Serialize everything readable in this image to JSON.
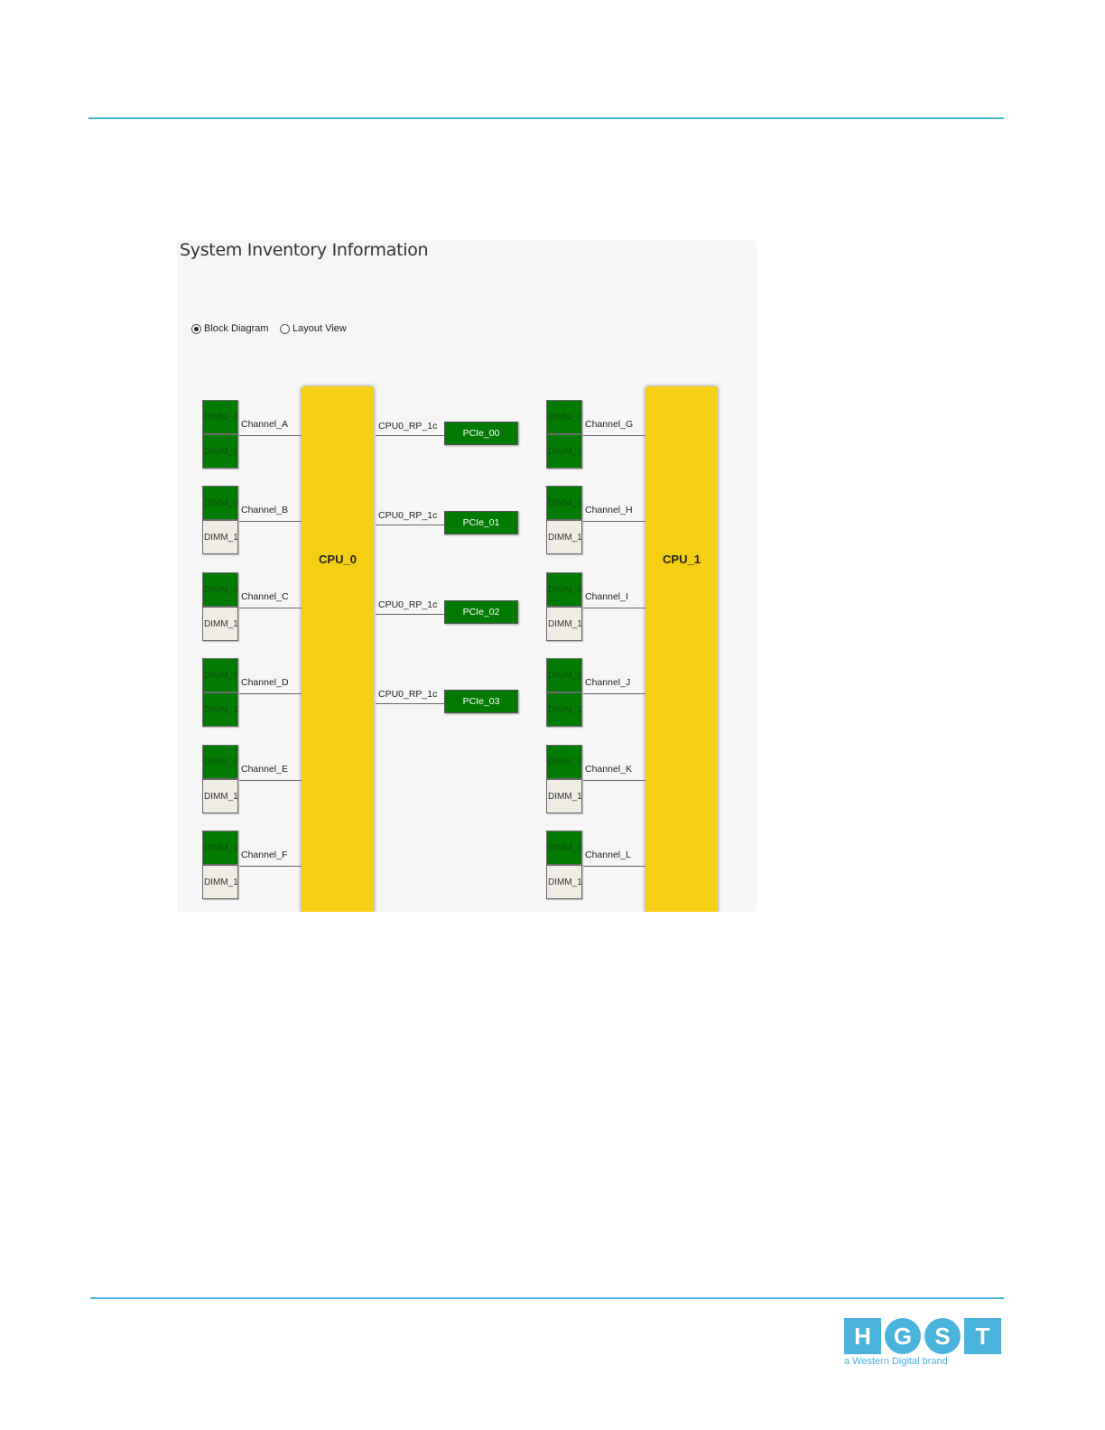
{
  "panel": {
    "title": "System Inventory Information",
    "view_options": [
      {
        "label": "Block Diagram",
        "selected": true
      },
      {
        "label": "Layout View",
        "selected": false
      }
    ]
  },
  "cpus": [
    {
      "label": "CPU_0"
    },
    {
      "label": "CPU_1"
    }
  ],
  "left_channels": [
    {
      "label": "Channel_A",
      "dimm0": {
        "label": "DIMM_0",
        "populated": true
      },
      "dimm1": {
        "label": "DIMM_1",
        "populated": true
      }
    },
    {
      "label": "Channel_B",
      "dimm0": {
        "label": "DIMM_0",
        "populated": true
      },
      "dimm1": {
        "label": "DIMM_1",
        "populated": false
      }
    },
    {
      "label": "Channel_C",
      "dimm0": {
        "label": "DIMM_0",
        "populated": true
      },
      "dimm1": {
        "label": "DIMM_1",
        "populated": false
      }
    },
    {
      "label": "Channel_D",
      "dimm0": {
        "label": "DIMM_0",
        "populated": true
      },
      "dimm1": {
        "label": "DIMM_1",
        "populated": true
      }
    },
    {
      "label": "Channel_E",
      "dimm0": {
        "label": "DIMM_0",
        "populated": true
      },
      "dimm1": {
        "label": "DIMM_1",
        "populated": false
      }
    },
    {
      "label": "Channel_F",
      "dimm0": {
        "label": "DIMM_0",
        "populated": true
      },
      "dimm1": {
        "label": "DIMM_1",
        "populated": false
      }
    }
  ],
  "right_channels": [
    {
      "label": "Channel_G",
      "dimm0": {
        "label": "DIMM_0",
        "populated": true
      },
      "dimm1": {
        "label": "DIMM_1",
        "populated": true
      }
    },
    {
      "label": "Channel_H",
      "dimm0": {
        "label": "DIMM_0",
        "populated": true
      },
      "dimm1": {
        "label": "DIMM_1",
        "populated": false
      }
    },
    {
      "label": "Channel_I",
      "dimm0": {
        "label": "DIMM_0",
        "populated": true
      },
      "dimm1": {
        "label": "DIMM_1",
        "populated": false
      }
    },
    {
      "label": "Channel_J",
      "dimm0": {
        "label": "DIMM_0",
        "populated": true
      },
      "dimm1": {
        "label": "DIMM_1",
        "populated": true
      }
    },
    {
      "label": "Channel_K",
      "dimm0": {
        "label": "DIMM_0",
        "populated": true
      },
      "dimm1": {
        "label": "DIMM_1",
        "populated": false
      }
    },
    {
      "label": "Channel_L",
      "dimm0": {
        "label": "DIMM_0",
        "populated": true
      },
      "dimm1": {
        "label": "DIMM_1",
        "populated": false
      }
    }
  ],
  "pcie_links": [
    {
      "rp_label": "CPU0_RP_1c",
      "slot": "PCIe_00"
    },
    {
      "rp_label": "CPU0_RP_1c",
      "slot": "PCIe_01"
    },
    {
      "rp_label": "CPU0_RP_1c",
      "slot": "PCIe_02"
    },
    {
      "rp_label": "CPU0_RP_1c",
      "slot": "PCIe_03"
    }
  ],
  "colors": {
    "accent_rule": "#4ab3dc",
    "cpu": "#f5cf14",
    "dimm_populated": "#037b03",
    "dimm_empty": "#efece4",
    "pcie": "#037b03"
  },
  "logo": {
    "letters": [
      "H",
      "G",
      "S",
      "T"
    ],
    "tagline": "a Western Digital brand"
  }
}
